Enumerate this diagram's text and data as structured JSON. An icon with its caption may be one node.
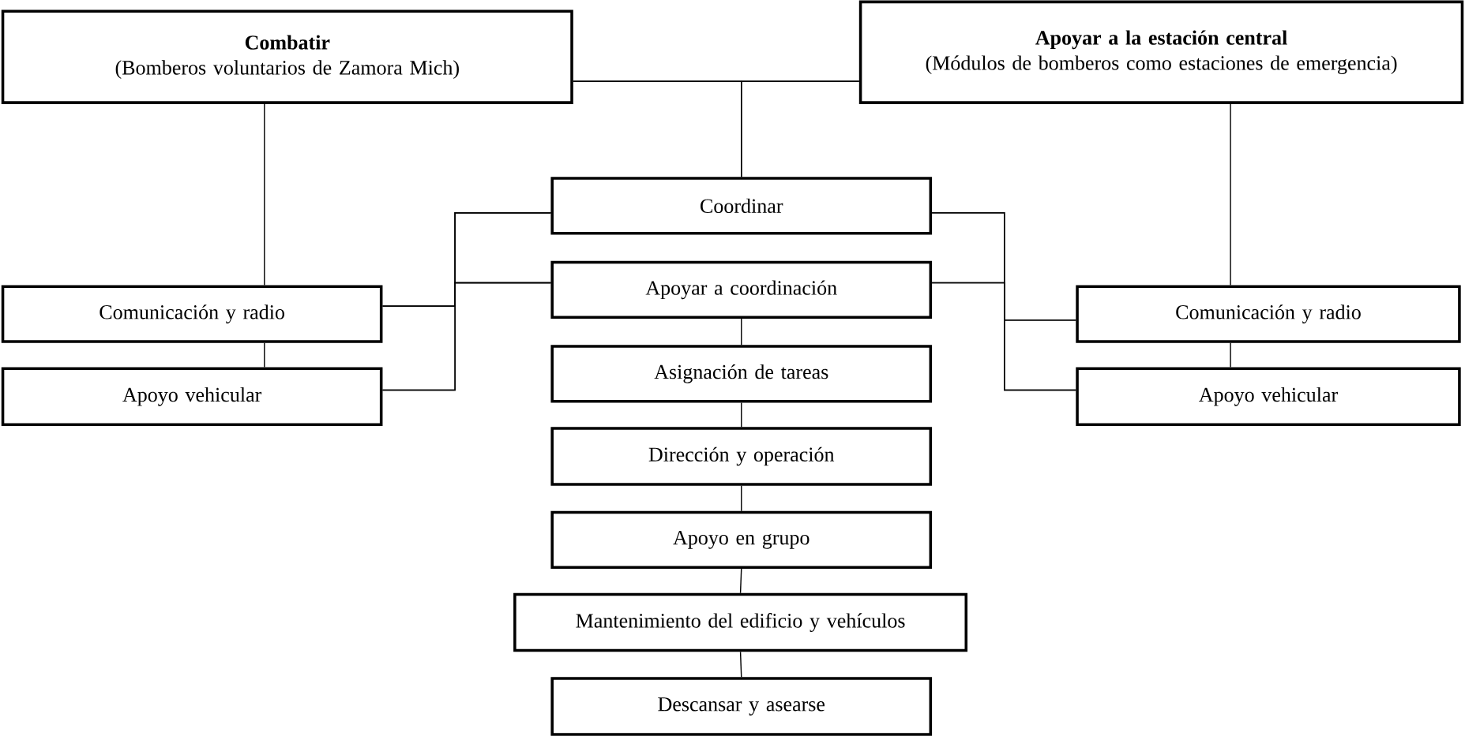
{
  "diagram": {
    "nodes": [
      {
        "text": [
          "Combatir",
          "(Bomberos voluntarios de Zamora Mich)"
        ]
      },
      {
        "text": [
          "Apoyar a la estación central",
          "(Módulos de bomberos como estaciones de emergencia)"
        ]
      },
      {
        "text": [
          "Coordinar"
        ]
      },
      {
        "text": [
          "Apoyar a coordinación"
        ]
      },
      {
        "text": [
          "Asignación de tareas"
        ]
      },
      {
        "text": [
          "Dirección y operación"
        ]
      },
      {
        "text": [
          "Apoyo en grupo"
        ]
      },
      {
        "text": [
          "Mantenimiento del edificio y vehículos"
        ]
      },
      {
        "text": [
          "Descansar y asearse"
        ]
      },
      {
        "text": [
          "Comunicación y radio"
        ]
      },
      {
        "text": [
          "Apoyo vehicular"
        ]
      },
      {
        "text": [
          "Comunicación y radio"
        ]
      },
      {
        "text": [
          "Apoyo vehicular"
        ]
      }
    ],
    "edges": [
      {
        "from": 0,
        "to": 1,
        "arrow": "none"
      },
      {
        "from": 0,
        "to": 2,
        "arrow": "none"
      },
      {
        "from": 1,
        "to": 2,
        "arrow": "none"
      },
      {
        "from": 0,
        "to": 9,
        "arrow": "none"
      },
      {
        "from": 9,
        "to": 10,
        "arrow": "none"
      },
      {
        "from": 1,
        "to": 11,
        "arrow": "none"
      },
      {
        "from": 11,
        "to": 12,
        "arrow": "none"
      },
      {
        "from": 2,
        "to": 3,
        "arrow": "none"
      },
      {
        "from": 3,
        "to": 4,
        "arrow": "none"
      },
      {
        "from": 4,
        "to": 5,
        "arrow": "none"
      },
      {
        "from": 5,
        "to": 6,
        "arrow": "none"
      },
      {
        "from": 6,
        "to": 7,
        "arrow": "none"
      },
      {
        "from": 7,
        "to": 8,
        "arrow": "none"
      },
      {
        "from": 9,
        "to": 2,
        "arrow": "none"
      },
      {
        "from": 9,
        "to": 3,
        "arrow": "none"
      },
      {
        "from": 10,
        "to": 2,
        "arrow": "none"
      },
      {
        "from": 10,
        "to": 3,
        "arrow": "none"
      },
      {
        "from": 2,
        "to": 11,
        "arrow": "none"
      },
      {
        "from": 2,
        "to": 12,
        "arrow": "none"
      },
      {
        "from": 3,
        "to": 11,
        "arrow": "none"
      },
      {
        "from": 3,
        "to": 12,
        "arrow": "none"
      }
    ]
  }
}
